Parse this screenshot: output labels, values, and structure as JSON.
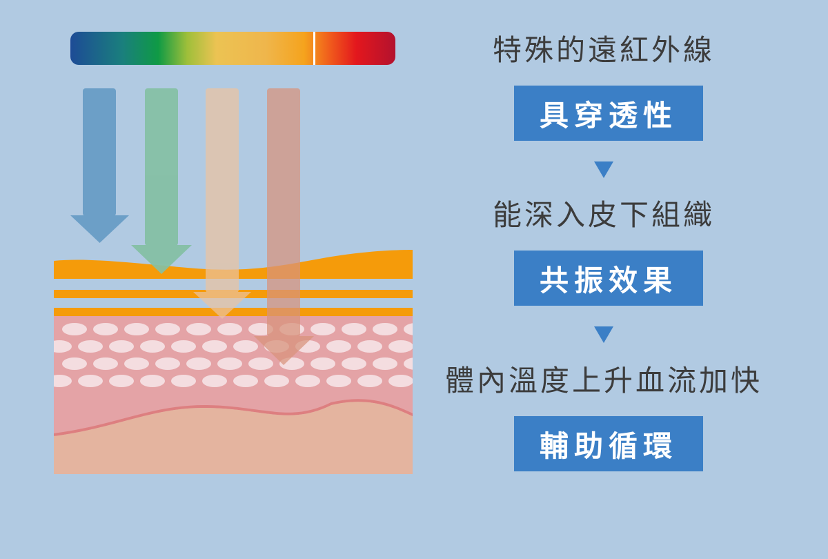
{
  "heading_1": "特殊的遠紅外線",
  "box_1": "具穿透性",
  "heading_2": "能深入皮下組織",
  "box_2": "共振效果",
  "heading_3": "體內溫度上升血流加快",
  "box_3": "輔助循環",
  "colors": {
    "background": "#b1cae2",
    "box": "#3b7fc6",
    "heading_text": "#3c3c3c",
    "epidermis": "#f59b0a",
    "dermis": "#e4a3a6",
    "subcutis": "#e4b49f",
    "arrows": [
      "#6c9fc7",
      "#84c0a4",
      "#dbbb9d",
      "#d49b88"
    ]
  },
  "icons": [
    "spectrum-bar",
    "down-arrow-icon",
    "down-triangle-icon"
  ]
}
